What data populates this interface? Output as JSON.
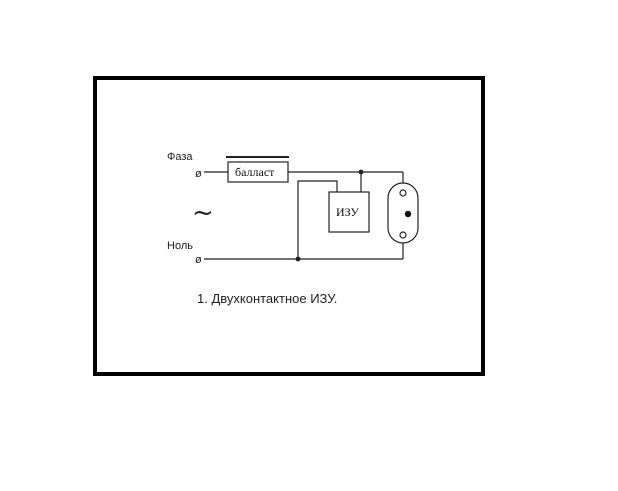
{
  "labels": {
    "phase": "Фаза",
    "neutral": "Ноль",
    "ballast": "балласт",
    "igniter": "ИЗУ",
    "ac_symbol": "~",
    "terminal_symbol": "ø"
  },
  "caption": "1. Двухконтактное ИЗУ.",
  "colors": {
    "line": "#222222",
    "frame": "#000000",
    "background": "#ffffff"
  }
}
